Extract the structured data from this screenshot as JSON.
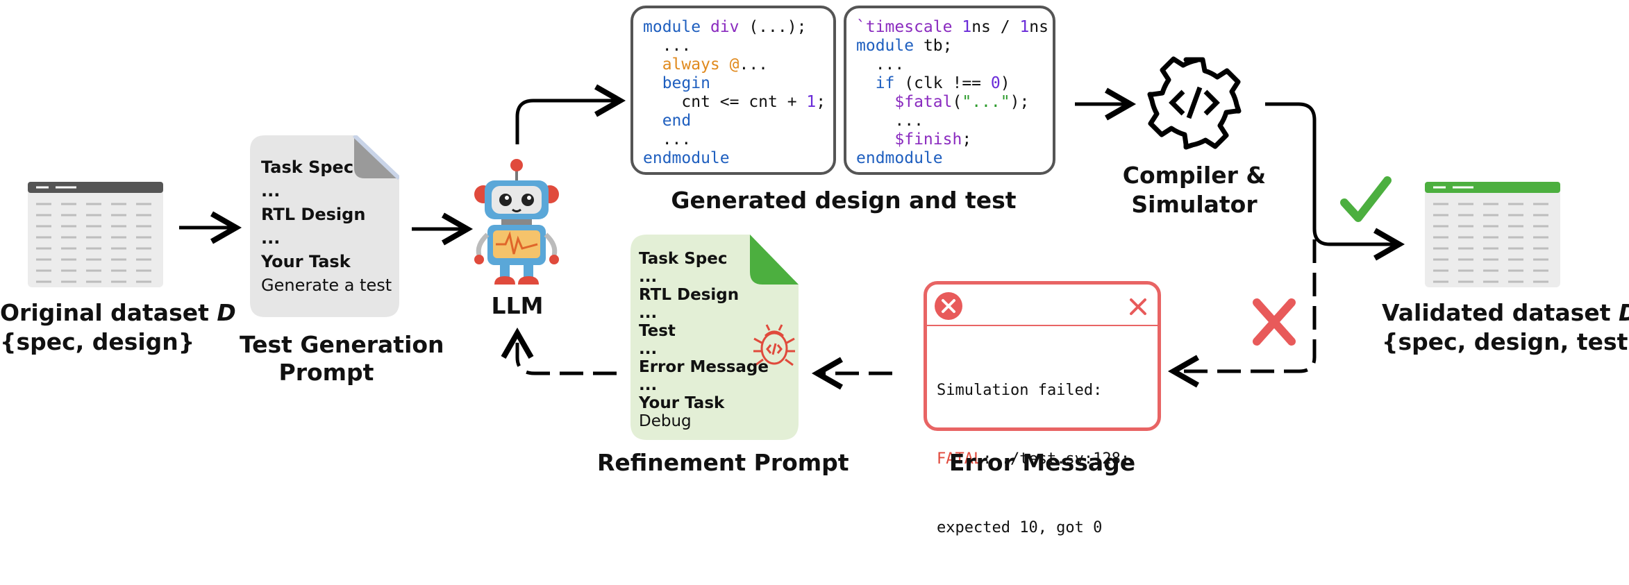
{
  "original_dataset": {
    "label_prefix": "Original dataset ",
    "label_var": "D",
    "sub": "{spec, design}"
  },
  "test_prompt": {
    "caption_line1": "Test Generation",
    "caption_line2": "Prompt",
    "lines": [
      {
        "text": "Task Spec",
        "bold": true
      },
      {
        "text": "...",
        "bold": true
      },
      {
        "text": "RTL Design",
        "bold": true
      },
      {
        "text": "...",
        "bold": true
      },
      {
        "text": "Your Task",
        "bold": true
      },
      {
        "text": "Generate a test",
        "bold": false
      }
    ]
  },
  "llm": {
    "label": "LLM"
  },
  "design_code": {
    "lines": [
      [
        {
          "t": "module ",
          "c": "k"
        },
        {
          "t": "div",
          "c": "p"
        },
        {
          "t": " (...);",
          "c": "b"
        }
      ],
      [
        {
          "t": "  ...",
          "c": "b"
        }
      ],
      [
        {
          "t": "  always @",
          "c": "o"
        },
        {
          "t": "...",
          "c": "b"
        }
      ],
      [
        {
          "t": "  begin",
          "c": "k"
        }
      ],
      [
        {
          "t": "    cnt <= cnt + ",
          "c": "b"
        },
        {
          "t": "1",
          "c": "n"
        },
        {
          "t": ";",
          "c": "b"
        }
      ],
      [
        {
          "t": "  end",
          "c": "k"
        }
      ],
      [
        {
          "t": "  ...",
          "c": "b"
        }
      ],
      [
        {
          "t": "endmodule",
          "c": "k"
        }
      ]
    ]
  },
  "test_code": {
    "lines": [
      [
        {
          "t": "`timescale ",
          "c": "p"
        },
        {
          "t": "1",
          "c": "n"
        },
        {
          "t": "ns / ",
          "c": "b"
        },
        {
          "t": "1",
          "c": "n"
        },
        {
          "t": "ns",
          "c": "b"
        }
      ],
      [
        {
          "t": "module ",
          "c": "k"
        },
        {
          "t": "tb;",
          "c": "b"
        }
      ],
      [
        {
          "t": "  ...",
          "c": "b"
        }
      ],
      [
        {
          "t": "  if ",
          "c": "k"
        },
        {
          "t": "(clk !== ",
          "c": "b"
        },
        {
          "t": "0",
          "c": "n"
        },
        {
          "t": ")",
          "c": "b"
        }
      ],
      [
        {
          "t": "    $fatal",
          "c": "p"
        },
        {
          "t": "(",
          "c": "b"
        },
        {
          "t": "\"...\"",
          "c": "g"
        },
        {
          "t": ");",
          "c": "b"
        }
      ],
      [
        {
          "t": "    ...",
          "c": "b"
        }
      ],
      [
        {
          "t": "    $finish",
          "c": "p"
        },
        {
          "t": ";",
          "c": "b"
        }
      ],
      [
        {
          "t": "endmodule",
          "c": "k"
        }
      ]
    ]
  },
  "generated_caption": "Generated design and test",
  "compiler": {
    "line1": "Compiler &",
    "line2": "Simulator",
    "icon": "code-gear-icon"
  },
  "validated_dataset": {
    "label_prefix": "Validated dataset ",
    "label_var": "D’",
    "sub": "{spec, design, test}"
  },
  "refinement_prompt": {
    "caption": "Refinement Prompt",
    "lines": [
      {
        "text": "Task Spec",
        "bold": true
      },
      {
        "text": "...",
        "bold": true
      },
      {
        "text": "RTL Design",
        "bold": true
      },
      {
        "text": "...",
        "bold": true
      },
      {
        "text": "Test",
        "bold": true
      },
      {
        "text": "...",
        "bold": true
      },
      {
        "text": "Error Message",
        "bold": true
      },
      {
        "text": "...",
        "bold": true
      },
      {
        "text": "Your Task",
        "bold": true
      },
      {
        "text": "Debug",
        "bold": false
      }
    ]
  },
  "error_message": {
    "caption": "Error Message",
    "line1": "Simulation failed:",
    "fatal_word": "FATAL",
    "line2_rest": ": ./test.sv:128:",
    "line3": "expected 10, got 0"
  },
  "colors": {
    "success": "#4caf3f",
    "fail": "#e85a5a",
    "doc_gray": "#e6e6e6",
    "doc_green": "#e3efd6"
  }
}
